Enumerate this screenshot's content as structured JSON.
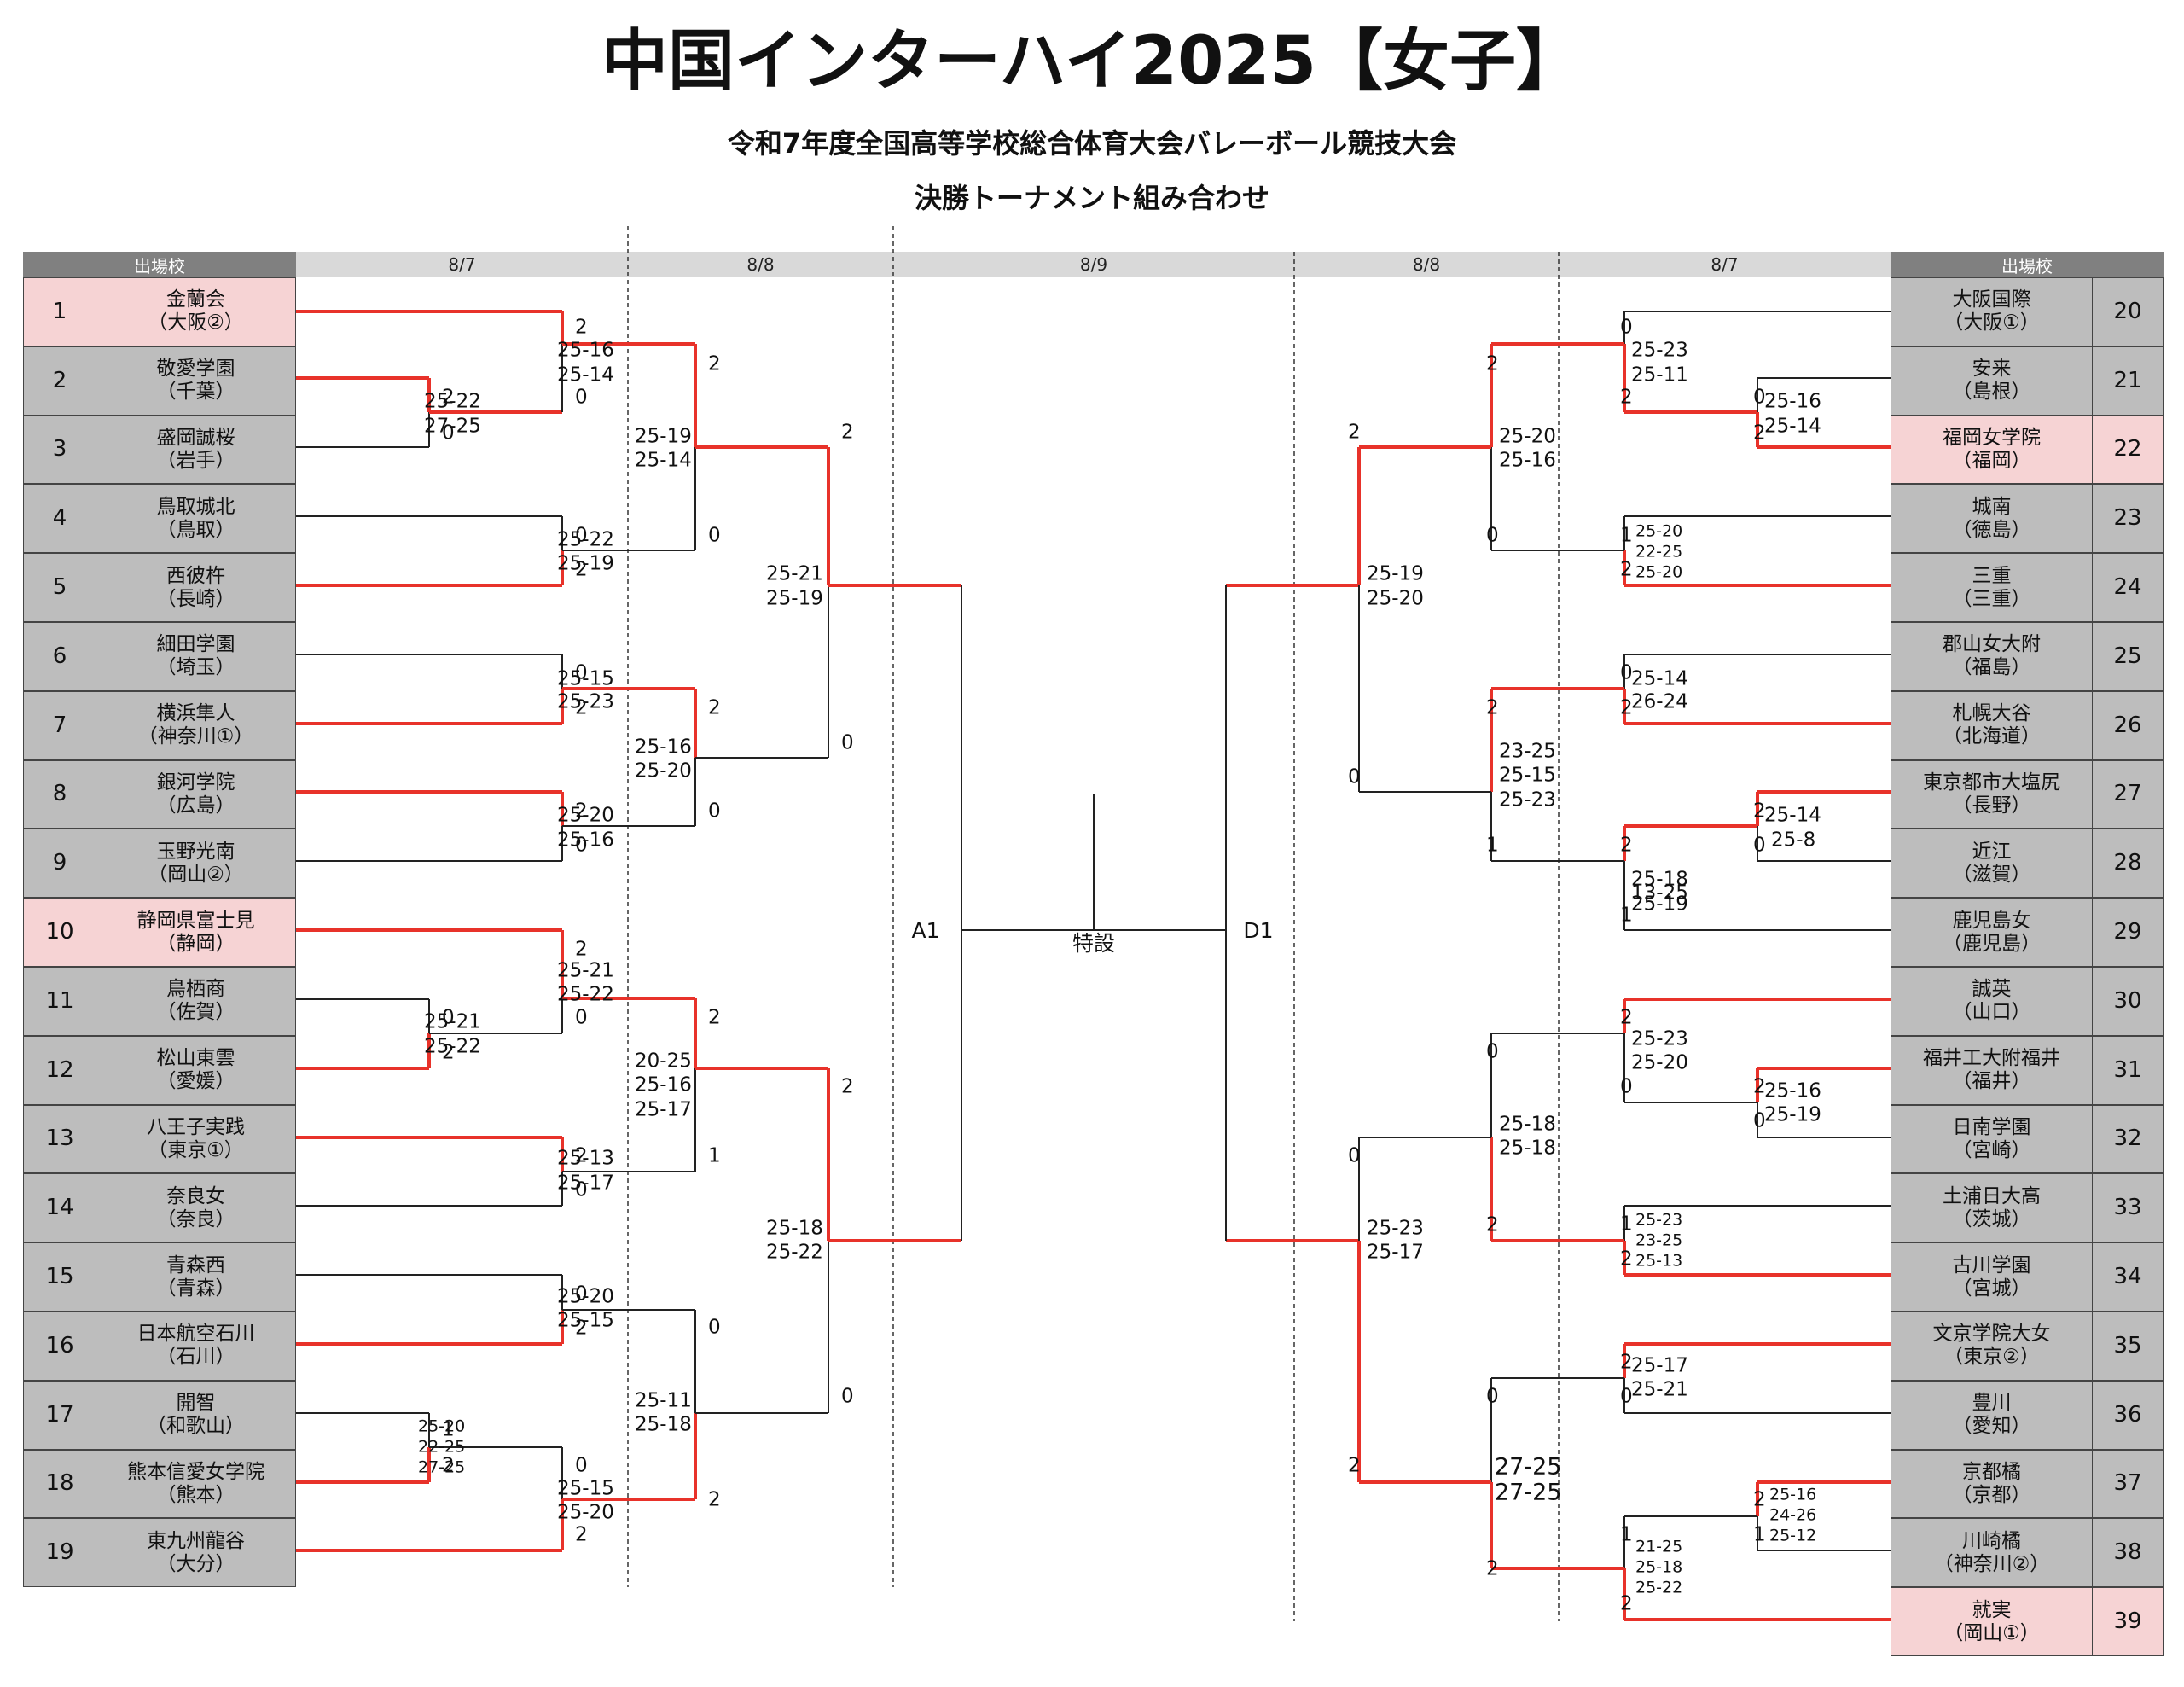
{
  "title": "中国インターハイ2025【女子】",
  "subtitle": "令和7年度全国高等学校総合体育大会バレーボール競技大会",
  "subtitle2": "決勝トーナメント組み合わせ",
  "header": {
    "school_label": "出場校",
    "dates": [
      "8/7",
      "8/8",
      "8/9",
      "8/8",
      "8/7"
    ]
  },
  "colors": {
    "winner_line": "#e8322a",
    "loser_line": "#222222",
    "school_cell": "#bdbdbd",
    "seed_cell": "#f6d3d4",
    "header_dark": "#808080",
    "header_light": "#d9d9d9"
  },
  "left_teams": [
    {
      "no": "1",
      "name": "金蘭会",
      "pref": "（大阪②）",
      "seed": true
    },
    {
      "no": "2",
      "name": "敬愛学園",
      "pref": "（千葉）",
      "seed": false
    },
    {
      "no": "3",
      "name": "盛岡誠桜",
      "pref": "（岩手）",
      "seed": false
    },
    {
      "no": "4",
      "name": "鳥取城北",
      "pref": "（鳥取）",
      "seed": false
    },
    {
      "no": "5",
      "name": "西彼杵",
      "pref": "（長崎）",
      "seed": false
    },
    {
      "no": "6",
      "name": "細田学園",
      "pref": "（埼玉）",
      "seed": false
    },
    {
      "no": "7",
      "name": "横浜隼人",
      "pref": "（神奈川①）",
      "seed": false
    },
    {
      "no": "8",
      "name": "銀河学院",
      "pref": "（広島）",
      "seed": false
    },
    {
      "no": "9",
      "name": "玉野光南",
      "pref": "（岡山②）",
      "seed": false
    },
    {
      "no": "10",
      "name": "静岡県富士見",
      "pref": "（静岡）",
      "seed": true
    },
    {
      "no": "11",
      "name": "鳥栖商",
      "pref": "（佐賀）",
      "seed": false
    },
    {
      "no": "12",
      "name": "松山東雲",
      "pref": "（愛媛）",
      "seed": false
    },
    {
      "no": "13",
      "name": "八王子実践",
      "pref": "（東京①）",
      "seed": false
    },
    {
      "no": "14",
      "name": "奈良女",
      "pref": "（奈良）",
      "seed": false
    },
    {
      "no": "15",
      "name": "青森西",
      "pref": "（青森）",
      "seed": false
    },
    {
      "no": "16",
      "name": "日本航空石川",
      "pref": "（石川）",
      "seed": false
    },
    {
      "no": "17",
      "name": "開智",
      "pref": "（和歌山）",
      "seed": false
    },
    {
      "no": "18",
      "name": "熊本信愛女学院",
      "pref": "（熊本）",
      "seed": false
    },
    {
      "no": "19",
      "name": "東九州龍谷",
      "pref": "（大分）",
      "seed": false
    }
  ],
  "right_teams": [
    {
      "no": "20",
      "name": "大阪国際",
      "pref": "（大阪①）",
      "seed": false
    },
    {
      "no": "21",
      "name": "安来",
      "pref": "（島根）",
      "seed": false
    },
    {
      "no": "22",
      "name": "福岡女学院",
      "pref": "（福岡）",
      "seed": true
    },
    {
      "no": "23",
      "name": "城南",
      "pref": "（徳島）",
      "seed": false
    },
    {
      "no": "24",
      "name": "三重",
      "pref": "（三重）",
      "seed": false
    },
    {
      "no": "25",
      "name": "郡山女大附",
      "pref": "（福島）",
      "seed": false
    },
    {
      "no": "26",
      "name": "札幌大谷",
      "pref": "（北海道）",
      "seed": false
    },
    {
      "no": "27",
      "name": "東京都市大塩尻",
      "pref": "（長野）",
      "seed": false
    },
    {
      "no": "28",
      "name": "近江",
      "pref": "（滋賀）",
      "seed": false
    },
    {
      "no": "29",
      "name": "鹿児島女",
      "pref": "（鹿児島）",
      "seed": false
    },
    {
      "no": "30",
      "name": "誠英",
      "pref": "（山口）",
      "seed": false
    },
    {
      "no": "31",
      "name": "福井工大附福井",
      "pref": "（福井）",
      "seed": false
    },
    {
      "no": "32",
      "name": "日南学園",
      "pref": "（宮崎）",
      "seed": false
    },
    {
      "no": "33",
      "name": "土浦日大高",
      "pref": "（茨城）",
      "seed": false
    },
    {
      "no": "34",
      "name": "古川学園",
      "pref": "（宮城）",
      "seed": false
    },
    {
      "no": "35",
      "name": "文京学院大女",
      "pref": "（東京②）",
      "seed": false
    },
    {
      "no": "36",
      "name": "豊川",
      "pref": "（愛知）",
      "seed": false
    },
    {
      "no": "37",
      "name": "京都橘",
      "pref": "（京都）",
      "seed": false
    },
    {
      "no": "38",
      "name": "川崎橘",
      "pref": "（神奈川②）",
      "seed": false
    },
    {
      "no": "39",
      "name": "就実",
      "pref": "（岡山①）",
      "seed": true
    }
  ],
  "final": {
    "a": "A1",
    "b": "D1",
    "label": "特設"
  },
  "texts": [
    [
      "2",
      674,
      384,
      "s"
    ],
    [
      "25-16",
      653,
      411,
      "m"
    ],
    [
      "25-14",
      653,
      440,
      "m"
    ],
    [
      "0",
      674,
      466,
      "s"
    ],
    [
      "2",
      518,
      466,
      "s"
    ],
    [
      "25-22",
      497,
      471,
      "m"
    ],
    [
      "27-25",
      497,
      500,
      "m"
    ],
    [
      "0",
      518,
      508,
      "s"
    ],
    [
      "0",
      674,
      628,
      "s"
    ],
    [
      "25-22",
      653,
      633,
      "m"
    ],
    [
      "25-19",
      653,
      661,
      "m"
    ],
    [
      "2",
      674,
      668,
      "s"
    ],
    [
      "0",
      674,
      789,
      "s"
    ],
    [
      "25-15",
      653,
      796,
      "m"
    ],
    [
      "25-23",
      653,
      823,
      "m"
    ],
    [
      "2",
      674,
      830,
      "s"
    ],
    [
      "2",
      674,
      951,
      "s"
    ],
    [
      "25-20",
      653,
      956,
      "m"
    ],
    [
      "25-16",
      653,
      985,
      "m"
    ],
    [
      "0",
      674,
      991,
      "s"
    ],
    [
      "2",
      674,
      1113,
      "s"
    ],
    [
      "25-21",
      653,
      1138,
      "m"
    ],
    [
      "25-22",
      653,
      1166,
      "m"
    ],
    [
      "0",
      674,
      1193,
      "s"
    ],
    [
      "0",
      518,
      1193,
      "s"
    ],
    [
      "25-21",
      497,
      1198,
      "m"
    ],
    [
      "25-22",
      497,
      1227,
      "m"
    ],
    [
      "2",
      518,
      1234,
      "s"
    ],
    [
      "2",
      674,
      1355,
      "s"
    ],
    [
      "25-13",
      653,
      1358,
      "m"
    ],
    [
      "25-17",
      653,
      1387,
      "m"
    ],
    [
      "0",
      674,
      1395,
      "s"
    ],
    [
      "0",
      674,
      1517,
      "s"
    ],
    [
      "25-20",
      653,
      1520,
      "m"
    ],
    [
      "25-15",
      653,
      1548,
      "m"
    ],
    [
      "2",
      674,
      1557,
      "s"
    ],
    [
      "1",
      518,
      1676,
      "s"
    ],
    [
      "25-20",
      490,
      1672,
      "x"
    ],
    [
      "22-25",
      490,
      1696,
      "x"
    ],
    [
      "27-25",
      490,
      1720,
      "x"
    ],
    [
      "2",
      518,
      1718,
      "s"
    ],
    [
      "0",
      674,
      1718,
      "s"
    ],
    [
      "25-15",
      653,
      1745,
      "m"
    ],
    [
      "25-20",
      653,
      1773,
      "m"
    ],
    [
      "2",
      674,
      1799,
      "s"
    ],
    [
      "2",
      830,
      427,
      "s"
    ],
    [
      "25-19",
      744,
      512,
      "m"
    ],
    [
      "25-14",
      744,
      540,
      "m"
    ],
    [
      "0",
      830,
      628,
      "s"
    ],
    [
      "2",
      830,
      830,
      "s"
    ],
    [
      "25-16",
      744,
      876,
      "m"
    ],
    [
      "25-20",
      744,
      904,
      "m"
    ],
    [
      "0",
      830,
      951,
      "s"
    ],
    [
      "2",
      830,
      1193,
      "s"
    ],
    [
      "20-25",
      744,
      1244,
      "m"
    ],
    [
      "25-16",
      744,
      1272,
      "m"
    ],
    [
      "25-17",
      744,
      1301,
      "m"
    ],
    [
      "1",
      830,
      1355,
      "s"
    ],
    [
      "0",
      830,
      1556,
      "s"
    ],
    [
      "25-11",
      744,
      1642,
      "m"
    ],
    [
      "25-18",
      744,
      1670,
      "m"
    ],
    [
      "2",
      830,
      1758,
      "s"
    ],
    [
      "2",
      986,
      507,
      "s"
    ],
    [
      "25-21",
      898,
      673,
      "m"
    ],
    [
      "25-19",
      898,
      702,
      "m"
    ],
    [
      "0",
      986,
      871,
      "s"
    ],
    [
      "2",
      986,
      1274,
      "s"
    ],
    [
      "25-18",
      898,
      1440,
      "m"
    ],
    [
      "25-22",
      898,
      1468,
      "m"
    ],
    [
      "0",
      986,
      1637,
      "s"
    ],
    [
      "0",
      1899,
      384,
      "s"
    ],
    [
      "25-23",
      1912,
      411,
      "m"
    ],
    [
      "25-11",
      1912,
      440,
      "m"
    ],
    [
      "2",
      1899,
      466,
      "s"
    ],
    [
      "0",
      2055,
      466,
      "s"
    ],
    [
      "25-16",
      2068,
      471,
      "m"
    ],
    [
      "25-14",
      2068,
      500,
      "m"
    ],
    [
      "2",
      2055,
      508,
      "s"
    ],
    [
      "1",
      1899,
      628,
      "s"
    ],
    [
      "25-20",
      1917,
      623,
      "x"
    ],
    [
      "22-25",
      1917,
      647,
      "x"
    ],
    [
      "25-20",
      1917,
      671,
      "x"
    ],
    [
      "2",
      1899,
      668,
      "s"
    ],
    [
      "0",
      1899,
      789,
      "s"
    ],
    [
      "25-14",
      1912,
      796,
      "m"
    ],
    [
      "26-24",
      1912,
      823,
      "m"
    ],
    [
      "2",
      1899,
      830,
      "s"
    ],
    [
      "2",
      2055,
      951,
      "s"
    ],
    [
      "25-14",
      2068,
      956,
      "m"
    ],
    [
      "25-8",
      2076,
      985,
      "m"
    ],
    [
      "0",
      2055,
      991,
      "s"
    ],
    [
      "2",
      1899,
      991,
      "s"
    ],
    [
      "13-25",
      1912,
      1047,
      "m"
    ],
    [
      "25-18",
      1912,
      1031,
      "n"
    ],
    [
      "25-19",
      1912,
      1060,
      "n"
    ],
    [
      "1",
      1899,
      1073,
      "s"
    ],
    [
      "2",
      1899,
      1193,
      "s"
    ],
    [
      "25-23",
      1912,
      1218,
      "m"
    ],
    [
      "25-20",
      1912,
      1246,
      "m"
    ],
    [
      "0",
      1899,
      1274,
      "s"
    ],
    [
      "2",
      2055,
      1274,
      "s"
    ],
    [
      "25-16",
      2068,
      1279,
      "m"
    ],
    [
      "25-19",
      2068,
      1307,
      "m"
    ],
    [
      "0",
      2055,
      1314,
      "s"
    ],
    [
      "1",
      1899,
      1435,
      "s"
    ],
    [
      "25-23",
      1917,
      1430,
      "x"
    ],
    [
      "23-25",
      1917,
      1454,
      "x"
    ],
    [
      "25-13",
      1917,
      1478,
      "x"
    ],
    [
      "2",
      1899,
      1476,
      "s"
    ],
    [
      "2",
      1899,
      1597,
      "s"
    ],
    [
      "25-17",
      1912,
      1601,
      "m"
    ],
    [
      "25-21",
      1912,
      1629,
      "m"
    ],
    [
      "0",
      1899,
      1637,
      "s"
    ],
    [
      "2",
      2055,
      1758,
      "s"
    ],
    [
      "25-16",
      2074,
      1752,
      "x"
    ],
    [
      "24-26",
      2074,
      1776,
      "x"
    ],
    [
      "25-12",
      2074,
      1800,
      "x"
    ],
    [
      "1",
      2055,
      1799,
      "s"
    ],
    [
      "1",
      1899,
      1799,
      "s"
    ],
    [
      "21-25",
      1917,
      1813,
      "x"
    ],
    [
      "25-18",
      1917,
      1837,
      "x"
    ],
    [
      "25-22",
      1917,
      1861,
      "x"
    ],
    [
      "2",
      1899,
      1880,
      "s"
    ],
    [
      "2",
      1742,
      427,
      "s"
    ],
    [
      "25-20",
      1757,
      512,
      "m"
    ],
    [
      "25-16",
      1757,
      540,
      "m"
    ],
    [
      "0",
      1742,
      628,
      "s"
    ],
    [
      "2",
      1742,
      830,
      "s"
    ],
    [
      "23-25",
      1757,
      881,
      "m"
    ],
    [
      "25-15",
      1757,
      909,
      "m"
    ],
    [
      "25-23",
      1757,
      938,
      "m"
    ],
    [
      "1",
      1742,
      991,
      "s"
    ],
    [
      "0",
      1742,
      1233,
      "s"
    ],
    [
      "25-18",
      1757,
      1318,
      "m"
    ],
    [
      "25-18",
      1757,
      1346,
      "m"
    ],
    [
      "2",
      1742,
      1436,
      "s"
    ],
    [
      "0",
      1742,
      1637,
      "s"
    ],
    [
      "27-25",
      1752,
      1720,
      "l"
    ],
    [
      "27-25",
      1752,
      1750,
      "l"
    ],
    [
      "2",
      1742,
      1839,
      "s"
    ],
    [
      "2",
      1580,
      507,
      "s"
    ],
    [
      "25-19",
      1602,
      673,
      "m"
    ],
    [
      "25-20",
      1602,
      702,
      "m"
    ],
    [
      "0",
      1580,
      911,
      "s"
    ],
    [
      "0",
      1580,
      1355,
      "s"
    ],
    [
      "25-23",
      1602,
      1440,
      "m"
    ],
    [
      "25-17",
      1602,
      1468,
      "m"
    ],
    [
      "2",
      1580,
      1718,
      "s"
    ]
  ]
}
